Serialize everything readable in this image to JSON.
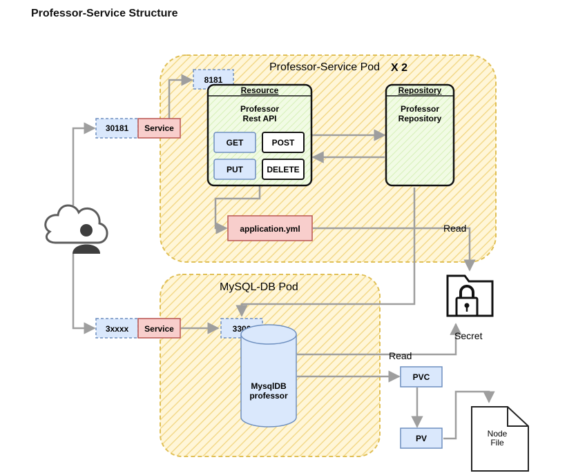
{
  "title": "Professor-Service Structure",
  "pods": {
    "professor_pod_label": "Professor-Service Pod",
    "professor_pod_replicas": "X 2",
    "mysql_pod_label": "MySQL-DB Pod"
  },
  "ports": {
    "nodeport_professor": "30181",
    "nodeport_mysql": "3xxxx",
    "container_professor": "8181",
    "container_mysql": "3306"
  },
  "services": {
    "professor_service": "Service",
    "mysql_service": "Service"
  },
  "resource": {
    "header": "Resource",
    "title_line1": "Professor",
    "title_line2": "Rest API",
    "methods": [
      "GET",
      "POST",
      "PUT",
      "DELETE"
    ]
  },
  "repository": {
    "header": "Repository",
    "title_line1": "Professor",
    "title_line2": "Repository"
  },
  "config": {
    "file": "application.yml"
  },
  "database": {
    "line1": "MysqlDB",
    "line2": "professor"
  },
  "storage": {
    "pvc": "PVC",
    "pv": "PV"
  },
  "secret": {
    "label": "Secret"
  },
  "node_file": {
    "line1": "Node",
    "line2": "File"
  },
  "edge_labels": {
    "read_config": "Read",
    "read_db": "Read"
  },
  "colors": {
    "pod_fill": "#fff2cc",
    "pod_stroke": "#e6c55a",
    "port_fill": "#dae8fc",
    "port_stroke": "#6c8ebf",
    "service_fill": "#f8cecc",
    "service_stroke": "#b85450",
    "component_fill": "#e6f9d0",
    "edge": "#9e9e9e"
  },
  "icons": {
    "user": "cloud-user-icon",
    "secret": "folder-lock-icon",
    "file": "dog-ear-document-icon"
  }
}
